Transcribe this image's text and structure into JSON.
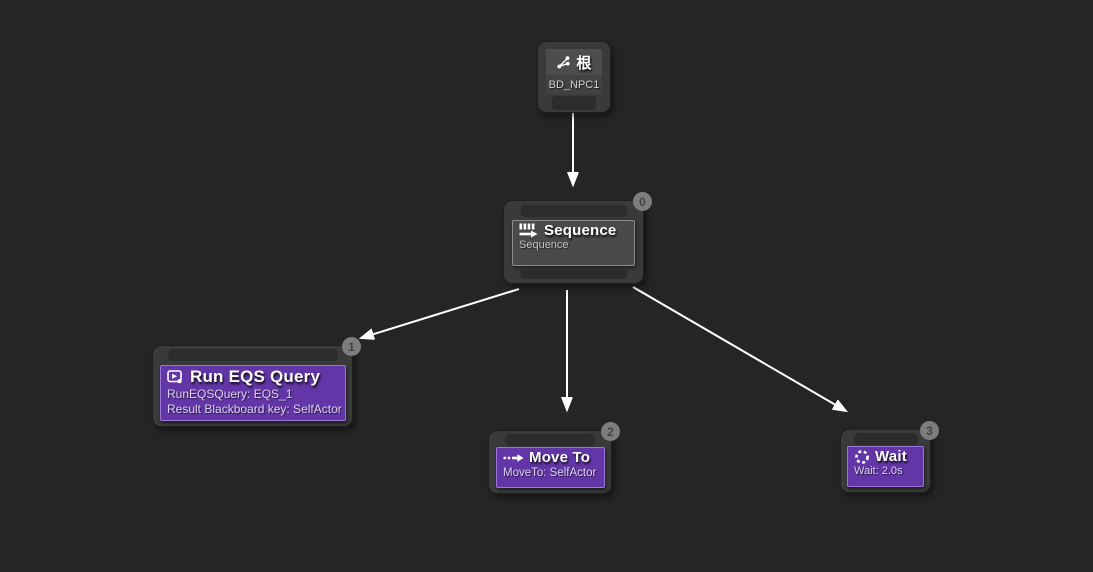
{
  "editor": {
    "type": "behavior-tree-graph"
  },
  "colors": {
    "canvas_background": "#252525",
    "node_body": "#3a3a3a",
    "pin_bar": "#2c2c2c",
    "composite_box": "#4a4a4a",
    "task_box": "#6236a6",
    "task_box_border": "#9a76d8",
    "badge_background": "#7d7d7d",
    "badge_text": "#444444",
    "edge": "#ffffff"
  },
  "nodes": {
    "root": {
      "title": "根",
      "name": "BD_NPC1",
      "icon": "graph-icon"
    },
    "sequence": {
      "title": "Sequence",
      "subtitle": "Sequence",
      "badge": "0",
      "icon": "sequence-icon"
    },
    "run_eqs_query": {
      "title": "Run EQS Query",
      "detail_1": "RunEQSQuery: EQS_1",
      "detail_2": "Result Blackboard key: SelfActor",
      "badge": "1",
      "icon": "eqs-query-icon"
    },
    "move_to": {
      "title": "Move To",
      "subtitle": "MoveTo: SelfActor",
      "badge": "2",
      "icon": "move-to-icon"
    },
    "wait": {
      "title": "Wait",
      "subtitle": "Wait: 2.0s",
      "badge": "3",
      "icon": "wait-timer-icon"
    }
  },
  "edges": [
    {
      "from": "root",
      "to": "sequence"
    },
    {
      "from": "sequence",
      "to": "run_eqs_query"
    },
    {
      "from": "sequence",
      "to": "move_to"
    },
    {
      "from": "sequence",
      "to": "wait"
    }
  ]
}
